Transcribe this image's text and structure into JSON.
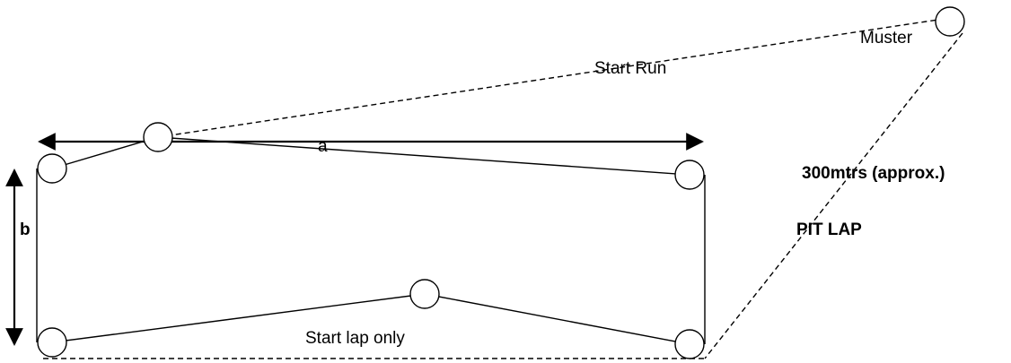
{
  "labels": {
    "muster": "Muster",
    "start_run": "Start Run",
    "a": "a",
    "b": "b",
    "distance": "300mtrs (approx.)",
    "pit_lap": "PIT LAP",
    "start_lap_only": "Start lap only"
  }
}
